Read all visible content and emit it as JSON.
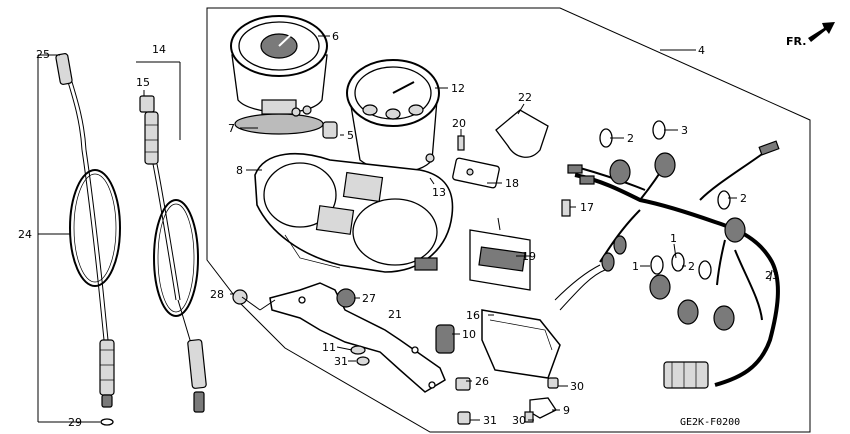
{
  "diagram": {
    "direction_label": "FR.",
    "diagram_code": "GE2K-F0200",
    "callouts": {
      "p1a": "1",
      "p1b": "1",
      "p2a": "2",
      "p2b": "2",
      "p2c": "2",
      "p3": "3",
      "p4": "4",
      "p5": "5",
      "p6": "6",
      "p7": "7",
      "p8": "8",
      "p9": "9",
      "p10": "10",
      "p11": "11",
      "p12": "12",
      "p13": "13",
      "p14": "14",
      "p15": "15",
      "p16": "16",
      "p17": "17",
      "p18": "18",
      "p19": "19",
      "p20": "20",
      "p21": "21",
      "p22": "22",
      "p23": "23",
      "p24": "24",
      "p25": "25",
      "p26": "26",
      "p27": "27",
      "p28": "28",
      "p29": "29",
      "p30a": "30",
      "p30b": "30",
      "p31a": "31",
      "p31b": "31"
    }
  }
}
